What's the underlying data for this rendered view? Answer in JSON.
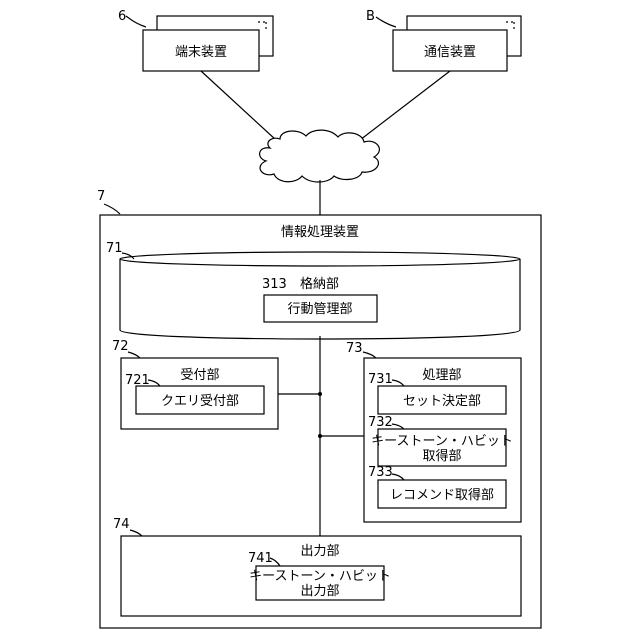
{
  "terminal": {
    "ref": "6",
    "label": "端末装置"
  },
  "comm": {
    "ref": "B",
    "label": "通信装置"
  },
  "system": {
    "ref": "7",
    "title": "情報処理装置"
  },
  "storage": {
    "ref": "71",
    "unit_ref": "313",
    "unit_label": "格納部",
    "sub_label": "行動管理部"
  },
  "receiver": {
    "ref": "72",
    "label": "受付部",
    "sub_ref": "721",
    "sub_label": "クエリ受付部"
  },
  "processor": {
    "ref": "73",
    "label": "処理部",
    "items": [
      {
        "ref": "731",
        "lines": [
          "セット決定部"
        ]
      },
      {
        "ref": "732",
        "lines": [
          "キーストーン・ハビット",
          "取得部"
        ]
      },
      {
        "ref": "733",
        "lines": [
          "レコメンド取得部"
        ]
      }
    ]
  },
  "output": {
    "ref": "74",
    "label": "出力部",
    "sub_ref": "741",
    "sub_lines": [
      "キーストーン・ハビット",
      "出力部"
    ]
  }
}
